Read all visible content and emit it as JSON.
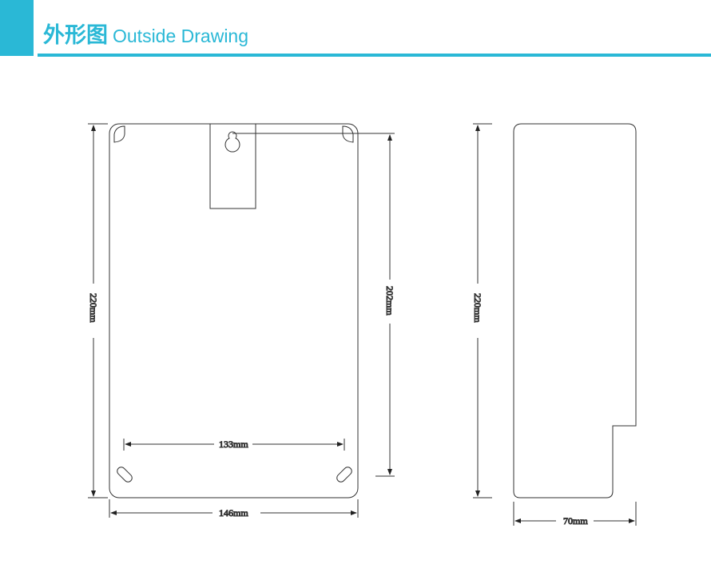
{
  "header": {
    "title_cn": "外形图",
    "title_en": "Outside Drawing",
    "accent": "#2ab8d6"
  },
  "dimensions": {
    "front_height": "220mm",
    "mount_height": "202mm",
    "hole_spacing": "133mm",
    "front_width": "146mm",
    "side_height": "220mm",
    "side_depth": "70mm"
  }
}
